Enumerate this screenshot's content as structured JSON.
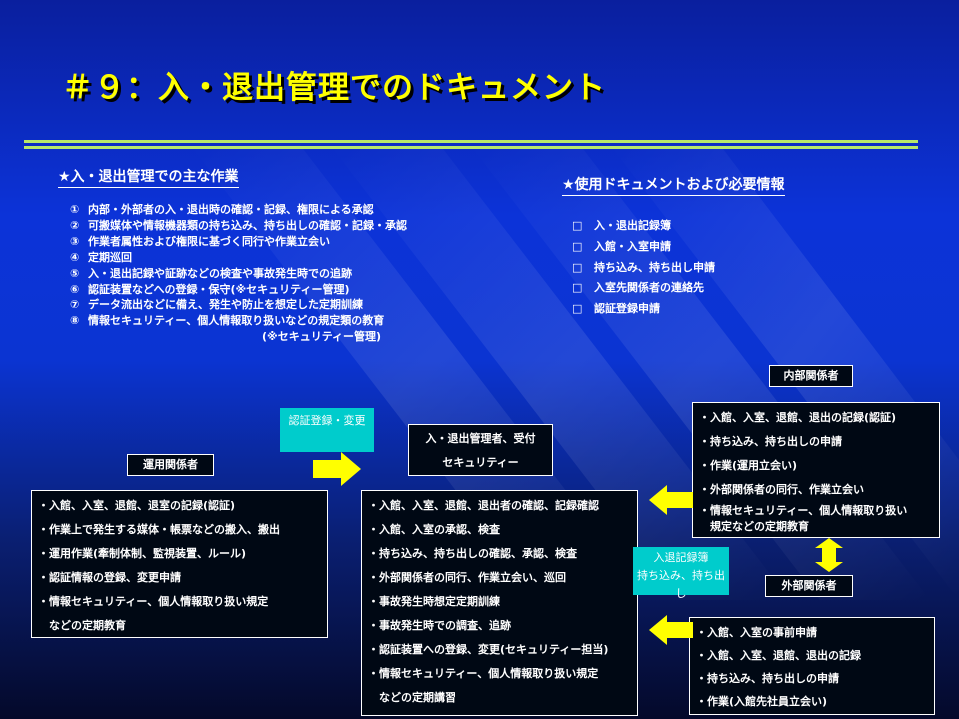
{
  "title": "＃９：入・退出管理でのドキュメント",
  "tasks_section": {
    "heading": "★入・退出管理での主な作業",
    "items": [
      {
        "num": "①",
        "text": "内部・外部者の入・退出時の確認・記録、権限による承認"
      },
      {
        "num": "②",
        "text": "可搬媒体や情報機器類の持ち込み、持ち出しの確認・記録・承認"
      },
      {
        "num": "③",
        "text": "作業者属性および権限に基づく同行や作業立会い"
      },
      {
        "num": "④",
        "text": "定期巡回"
      },
      {
        "num": "⑤",
        "text": "入・退出記録や証跡などの検査や事故発生時での追跡"
      },
      {
        "num": "⑥",
        "text": "認証装置などへの登録・保守(※セキュリティー管理)"
      },
      {
        "num": "⑦",
        "text": "データ流出などに備え、発生や防止を想定した定期訓練"
      },
      {
        "num": "⑧",
        "text": "情報セキュリティー、個人情報取り扱いなどの規定類の教育"
      }
    ],
    "continuation": "(※セキュリティー管理)"
  },
  "docs_section": {
    "heading": "★使用ドキュメントおよび必要情報",
    "bullet": "□",
    "items": [
      "入・退出記録簿",
      "入館・入室申請",
      "持ち込み、持ち出し申請",
      "入室先関係者の連絡先",
      "認証登録申請"
    ]
  },
  "diagram": {
    "operations": {
      "label": "運用関係者",
      "items": [
        "・入館、入室、退館、退室の記録(認証)",
        "・作業上で発生する媒体・帳票などの搬入、搬出",
        "・運用作業(牽制体制、監視装置、ルール)",
        "・認証情報の登録、変更申請",
        "・情報セキュリティー、個人情報取り扱い規定",
        "　などの定期教育"
      ]
    },
    "note_registration": "認証登録・変更",
    "manager": {
      "label_line1": "入・退出管理者、受付",
      "label_line2": "セキュリティー",
      "items": [
        "・入館、入室、退館、退出者の確認、記録確認",
        "・入館、入室の承認、検査",
        "・持ち込み、持ち出しの確認、承認、検査",
        "・外部関係者の同行、作業立会い、巡回",
        "・事故発生時想定定期訓練",
        "・事故発生時での調査、追跡",
        "・認証装置への登録、変更(セキュリティー担当)",
        "・情報セキュリティー、個人情報取り扱い規定",
        "　などの定期講習"
      ]
    },
    "internal": {
      "label": "内部関係者",
      "items": [
        "・入館、入室、退館、退出の記録(認証)",
        "・持ち込み、持ち出しの申請",
        "・作業(運用立会い)",
        "・外部関係者の同行、作業立会い",
        "・情報セキュリティー、個人情報取り扱い",
        "　規定などの定期教育"
      ]
    },
    "note_records_line1": "入退記録簿",
    "note_records_line2": "持ち込み、持ち出し",
    "external": {
      "label": "外部関係者",
      "items": [
        "・入館、入室の事前申請",
        "・入館、入室、退館、退出の記録",
        "・持ち込み、持ち出しの申請",
        "・作業(入館先社員立会い)"
      ]
    }
  },
  "colors": {
    "title": "#ffff00",
    "rule": "#b8e86a",
    "arrow": "#ffff00",
    "note": "#00cccc",
    "box_bg": "#000814"
  }
}
